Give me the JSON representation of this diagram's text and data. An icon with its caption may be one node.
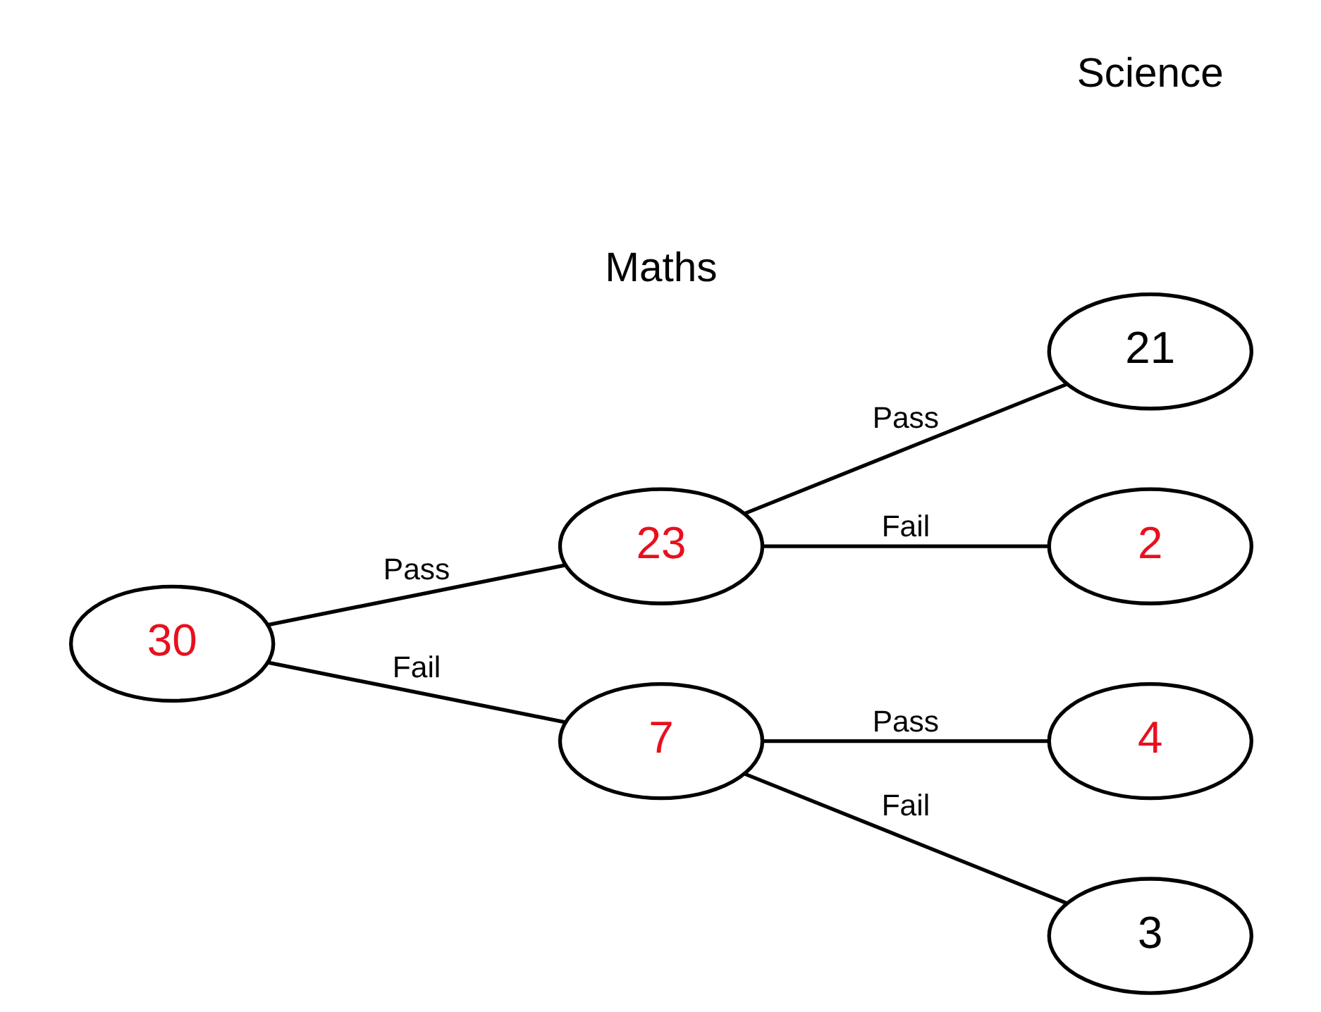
{
  "diagram": {
    "nodes": [
      {
        "text": [
          "30"
        ]
      },
      {
        "text": [
          "23"
        ]
      },
      {
        "text": [
          "7"
        ]
      },
      {
        "text": [
          "21"
        ]
      },
      {
        "text": [
          "2"
        ]
      },
      {
        "text": [
          "4"
        ]
      },
      {
        "text": [
          "3"
        ]
      }
    ],
    "edges": [
      {
        "from": 0,
        "to": 1,
        "arrow": "none",
        "label": "Pass"
      },
      {
        "from": 0,
        "to": 2,
        "arrow": "none",
        "label": "Fail"
      },
      {
        "from": 1,
        "to": 3,
        "arrow": "none",
        "label": "Pass"
      },
      {
        "from": 1,
        "to": 4,
        "arrow": "none",
        "label": "Fail"
      },
      {
        "from": 2,
        "to": 5,
        "arrow": "none",
        "label": "Pass"
      },
      {
        "from": 2,
        "to": 6,
        "arrow": "none",
        "label": "Fail"
      }
    ],
    "labels": [
      "Science",
      "Maths"
    ]
  }
}
